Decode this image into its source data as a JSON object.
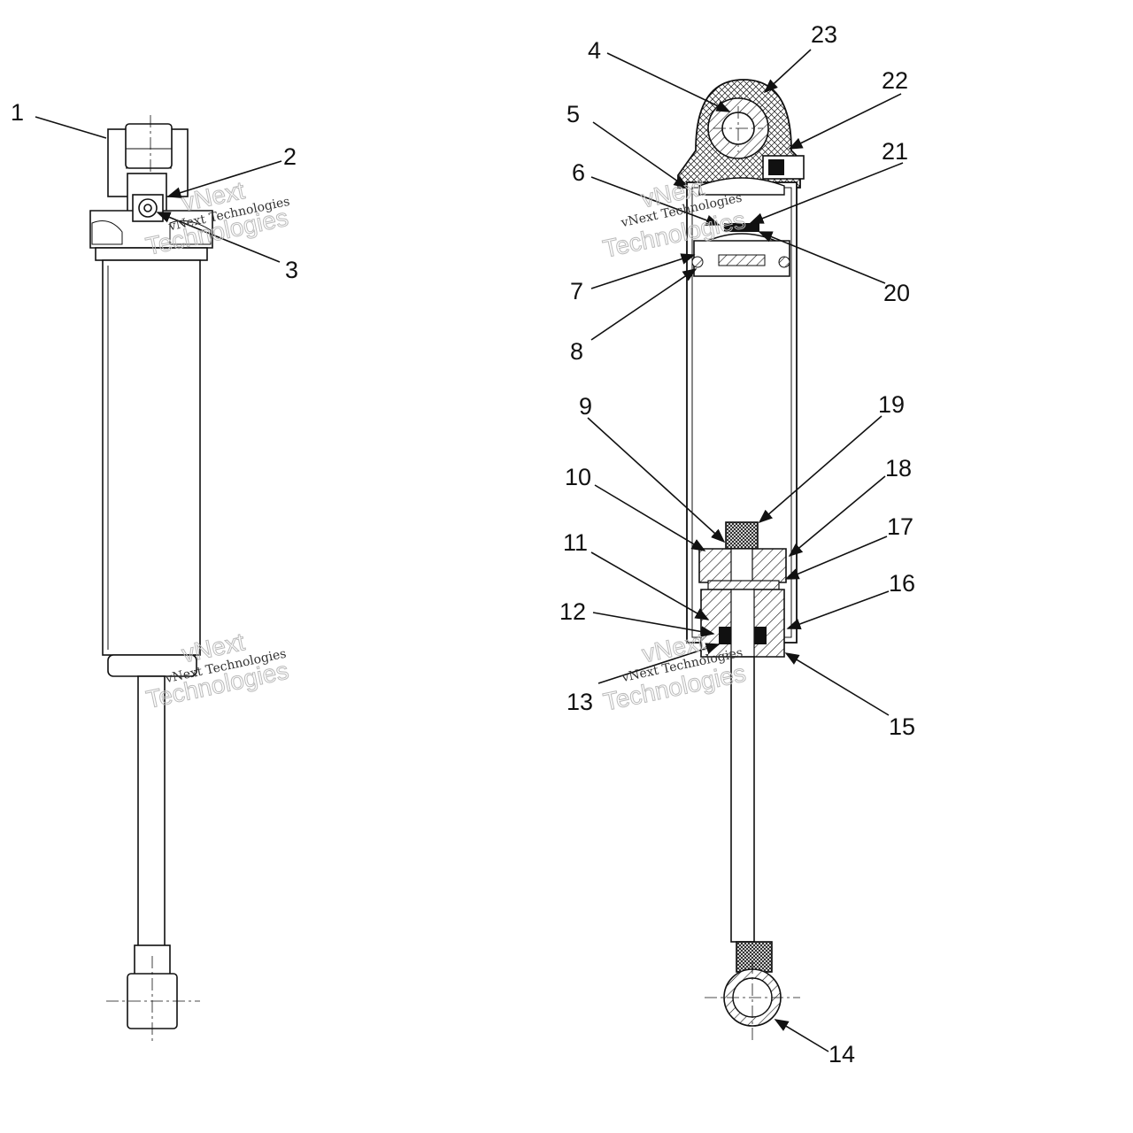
{
  "callouts": [
    {
      "id": "1",
      "text": "1"
    },
    {
      "id": "2",
      "text": "2"
    },
    {
      "id": "3",
      "text": "3"
    },
    {
      "id": "4",
      "text": "4"
    },
    {
      "id": "5",
      "text": "5"
    },
    {
      "id": "6",
      "text": "6"
    },
    {
      "id": "7",
      "text": "7"
    },
    {
      "id": "8",
      "text": "8"
    },
    {
      "id": "9",
      "text": "9"
    },
    {
      "id": "10",
      "text": "10"
    },
    {
      "id": "11",
      "text": "11"
    },
    {
      "id": "12",
      "text": "12"
    },
    {
      "id": "13",
      "text": "13"
    },
    {
      "id": "14",
      "text": "14"
    },
    {
      "id": "15",
      "text": "15"
    },
    {
      "id": "16",
      "text": "16"
    },
    {
      "id": "17",
      "text": "17"
    },
    {
      "id": "18",
      "text": "18"
    },
    {
      "id": "19",
      "text": "19"
    },
    {
      "id": "20",
      "text": "20"
    },
    {
      "id": "21",
      "text": "21"
    },
    {
      "id": "22",
      "text": "22"
    },
    {
      "id": "23",
      "text": "23"
    }
  ],
  "watermark": {
    "line1": "vNext Technologies",
    "line2": "vNext",
    "line3": "Technologies"
  }
}
